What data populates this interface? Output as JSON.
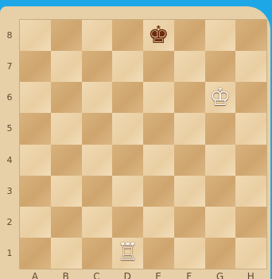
{
  "ranks": [
    "8",
    "7",
    "6",
    "5",
    "4",
    "3",
    "2",
    "1"
  ],
  "files": [
    "A",
    "B",
    "C",
    "D",
    "E",
    "F",
    "G",
    "H"
  ],
  "pieces": {
    "e8": {
      "glyph": "♚",
      "color": "black",
      "name": "black-king-icon"
    },
    "g6": {
      "glyph": "♔",
      "color": "white",
      "name": "white-king-icon"
    },
    "d1": {
      "glyph": "♖",
      "color": "white",
      "name": "white-rook-icon"
    }
  },
  "colors": {
    "background": "#1ea7e6",
    "light_square": "#f0d9b3",
    "dark_square": "#d8b27d",
    "black_piece": "#6b2c0e",
    "white_piece": "#ffffff"
  }
}
